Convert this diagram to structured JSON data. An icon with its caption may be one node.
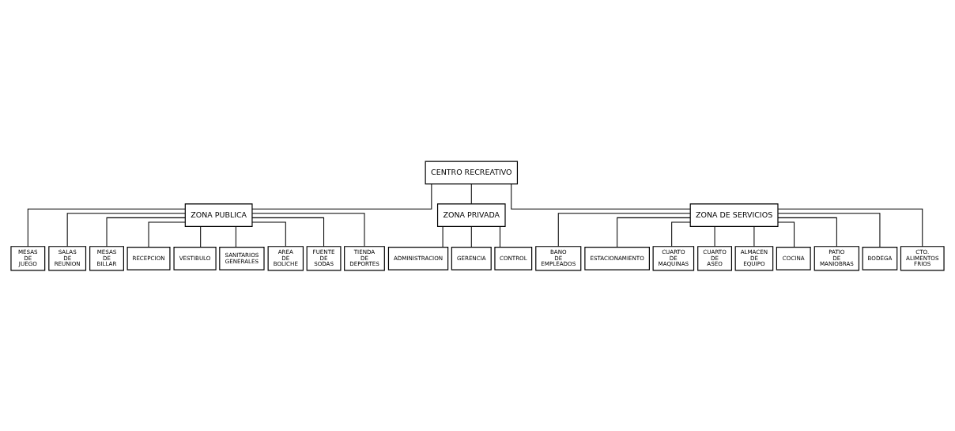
{
  "diagram": {
    "nodes": [
      {
        "text": [
          "CENTRO RECREATIVO"
        ]
      },
      {
        "text": [
          "ZONA PUBLICA"
        ]
      },
      {
        "text": [
          "ZONA PRIVADA"
        ]
      },
      {
        "text": [
          "ZONA DE SERVICIOS"
        ]
      },
      {
        "text": [
          "MESAS DE JUEGO"
        ]
      },
      {
        "text": [
          "SALAS DE REUNION"
        ]
      },
      {
        "text": [
          "MESAS DE BILLAR"
        ]
      },
      {
        "text": [
          "RECEPCION"
        ]
      },
      {
        "text": [
          "VESTIBULO"
        ]
      },
      {
        "text": [
          "SANITARIOS GENERALES"
        ]
      },
      {
        "text": [
          "AREA DE BOLICHE"
        ]
      },
      {
        "text": [
          "FUENTE DE SODAS"
        ]
      },
      {
        "text": [
          "TIENDA DE DEPORTES"
        ]
      },
      {
        "text": [
          "ADMINISTRACION"
        ]
      },
      {
        "text": [
          "GERENCIA"
        ]
      },
      {
        "text": [
          "CONTROL"
        ]
      },
      {
        "text": [
          "BANO DE EMPLEADOS"
        ]
      },
      {
        "text": [
          "ESTACIONAMIENTO"
        ]
      },
      {
        "text": [
          "CUARTO DE MAQUINAS"
        ]
      },
      {
        "text": [
          "CUARTO DE ASEO"
        ]
      },
      {
        "text": [
          "ALMACEN DE EQUIPO"
        ]
      },
      {
        "text": [
          "COCINA"
        ]
      },
      {
        "text": [
          "PATIO DE MANIOBRAS"
        ]
      },
      {
        "text": [
          "BODEGA"
        ]
      },
      {
        "text": [
          "CTO. ALIMENTOS FRIOS"
        ]
      }
    ],
    "edges": [
      {
        "from": 0,
        "to": 1,
        "arrow": "none"
      },
      {
        "from": 0,
        "to": 2,
        "arrow": "none"
      },
      {
        "from": 0,
        "to": 3,
        "arrow": "none"
      },
      {
        "from": 1,
        "to": 4,
        "arrow": "none"
      },
      {
        "from": 1,
        "to": 5,
        "arrow": "none"
      },
      {
        "from": 1,
        "to": 6,
        "arrow": "none"
      },
      {
        "from": 1,
        "to": 7,
        "arrow": "none"
      },
      {
        "from": 1,
        "to": 8,
        "arrow": "none"
      },
      {
        "from": 1,
        "to": 9,
        "arrow": "none"
      },
      {
        "from": 1,
        "to": 10,
        "arrow": "none"
      },
      {
        "from": 1,
        "to": 11,
        "arrow": "none"
      },
      {
        "from": 1,
        "to": 12,
        "arrow": "none"
      },
      {
        "from": 2,
        "to": 13,
        "arrow": "none"
      },
      {
        "from": 2,
        "to": 14,
        "arrow": "none"
      },
      {
        "from": 2,
        "to": 15,
        "arrow": "none"
      },
      {
        "from": 3,
        "to": 16,
        "arrow": "none"
      },
      {
        "from": 3,
        "to": 17,
        "arrow": "none"
      },
      {
        "from": 3,
        "to": 18,
        "arrow": "none"
      },
      {
        "from": 3,
        "to": 19,
        "arrow": "none"
      },
      {
        "from": 3,
        "to": 20,
        "arrow": "none"
      },
      {
        "from": 3,
        "to": 21,
        "arrow": "none"
      },
      {
        "from": 3,
        "to": 22,
        "arrow": "none"
      },
      {
        "from": 3,
        "to": 23,
        "arrow": "none"
      },
      {
        "from": 3,
        "to": 24,
        "arrow": "none"
      }
    ]
  }
}
